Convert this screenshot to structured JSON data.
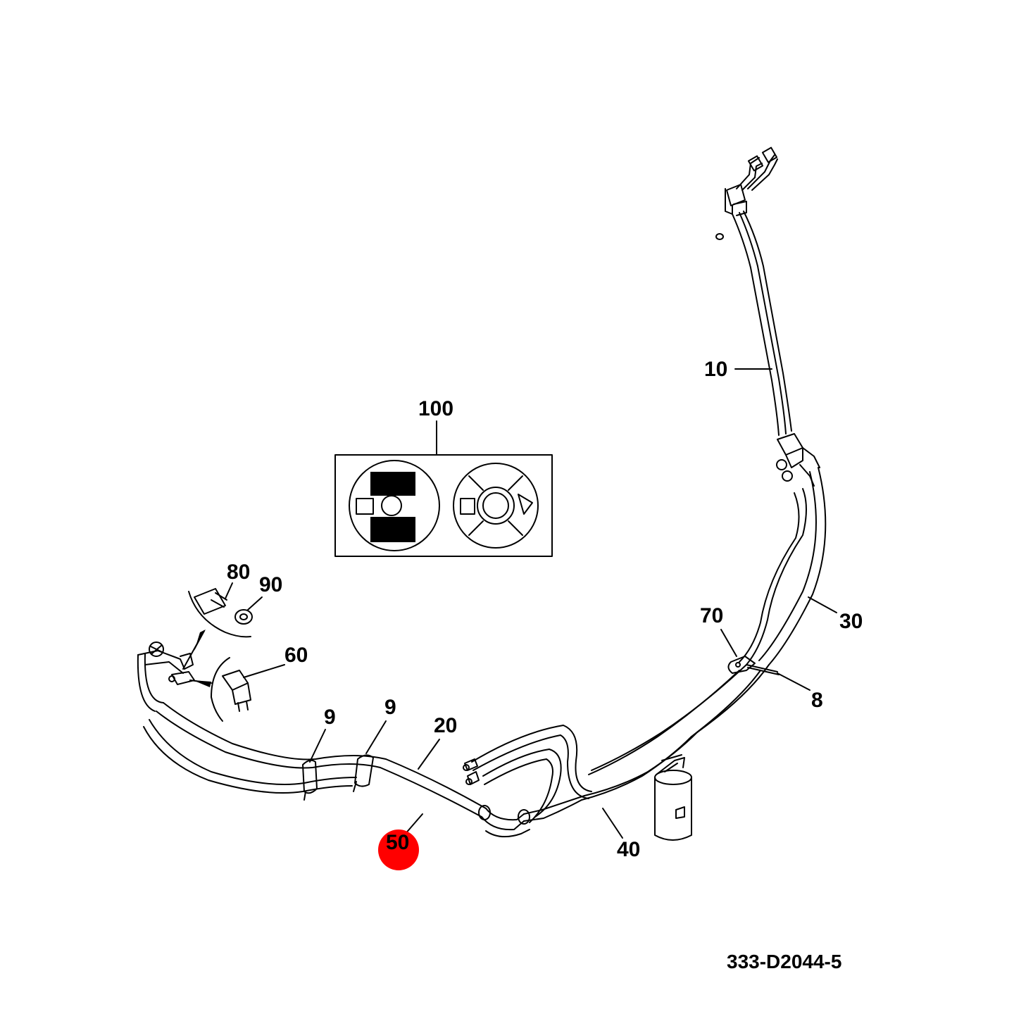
{
  "colors": {
    "line": "#000000",
    "highlight": "#ff0000",
    "background": "#ffffff"
  },
  "callouts": {
    "c10": "10",
    "c100": "100",
    "c80": "80",
    "c90": "90",
    "c60": "60",
    "c70": "70",
    "c30": "30",
    "c8": "8",
    "c9a": "9",
    "c9b": "9",
    "c20": "20",
    "c50": "50",
    "c40": "40"
  },
  "highlighted_part": "50",
  "drawing_id": "333-D2044-5"
}
